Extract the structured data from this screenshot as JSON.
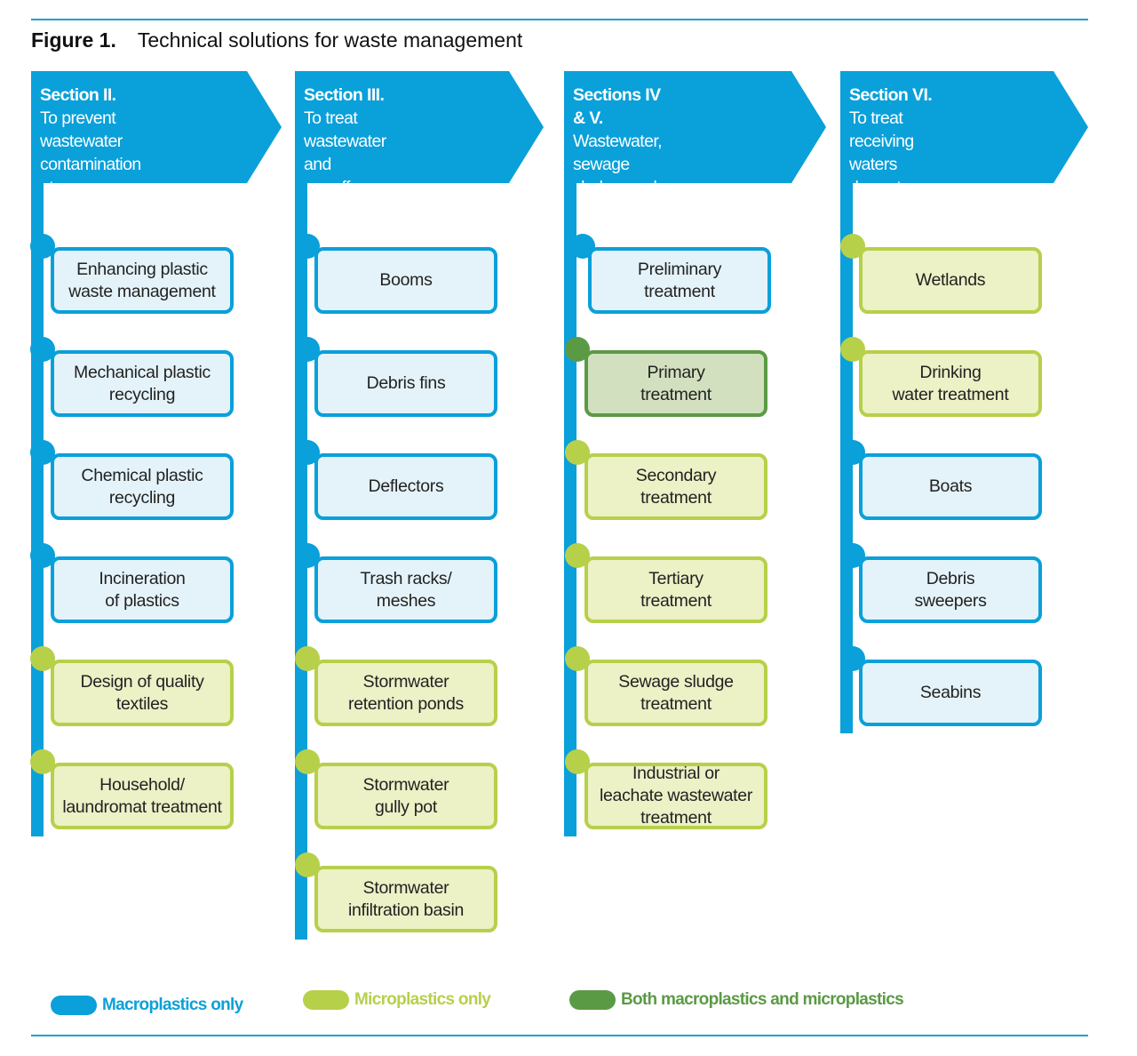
{
  "figure": {
    "number": "Figure 1.",
    "title": "Technical solutions for waste management"
  },
  "colors": {
    "macro": "#0aa0da",
    "micro": "#b7d04a",
    "both": "#5b9a45"
  },
  "columns": [
    {
      "title": "Section II.",
      "subtitle": "To prevent wastewater\ncontamination at\nthe source",
      "items": [
        {
          "label": "Enhancing plastic\nwaste management",
          "type": "macro"
        },
        {
          "label": "Mechanical plastic\nrecycling",
          "type": "macro"
        },
        {
          "label": "Chemical plastic\nrecycling",
          "type": "macro"
        },
        {
          "label": "Incineration\nof plastics",
          "type": "macro"
        },
        {
          "label": "Design of quality\ntextiles",
          "type": "micro"
        },
        {
          "label": "Household/\nlaundromat  treatment",
          "type": "micro"
        }
      ]
    },
    {
      "title": "Section III.",
      "subtitle": "To treat wastewater and\nrun-off before the treatment\nplant",
      "items": [
        {
          "label": "Booms",
          "type": "macro"
        },
        {
          "label": "Debris fins",
          "type": "macro"
        },
        {
          "label": "Deflectors",
          "type": "macro"
        },
        {
          "label": "Trash racks/\nmeshes",
          "type": "macro"
        },
        {
          "label": "Stormwater\nretention ponds",
          "type": "micro"
        },
        {
          "label": "Stormwater\ngully pot",
          "type": "micro"
        },
        {
          "label": "Stormwater\ninfiltration basin",
          "type": "micro"
        }
      ]
    },
    {
      "title": "Sections IV & V.",
      "subtitle": "Wastewater, sewage\nsludge, and landfill leachate\ntreatment technologies",
      "items": [
        {
          "label": "Preliminary\ntreatment",
          "type": "macro"
        },
        {
          "label": "Primary\ntreatment",
          "type": "both"
        },
        {
          "label": "Secondary\ntreatment",
          "type": "micro"
        },
        {
          "label": "Tertiary\ntreatment",
          "type": "micro"
        },
        {
          "label": "Sewage sludge\ntreatment",
          "type": "micro"
        },
        {
          "label": "Industrial or\nleachate wastewater\ntreatment",
          "type": "micro"
        }
      ]
    },
    {
      "title": "Section VI.",
      "subtitle": "To treat receiving waters\ndownstream of discharging\npoints",
      "items": [
        {
          "label": "Wetlands",
          "type": "micro"
        },
        {
          "label": "Drinking\nwater treatment",
          "type": "micro"
        },
        {
          "label": "Boats",
          "type": "macro"
        },
        {
          "label": "Debris\nsweepers",
          "type": "macro"
        },
        {
          "label": "Seabins",
          "type": "macro"
        }
      ]
    }
  ],
  "legend": [
    {
      "label": "Macroplastics only",
      "type": "macro"
    },
    {
      "label": "Microplastics only",
      "type": "micro"
    },
    {
      "label": "Both macroplastics and microplastics",
      "type": "both"
    }
  ]
}
